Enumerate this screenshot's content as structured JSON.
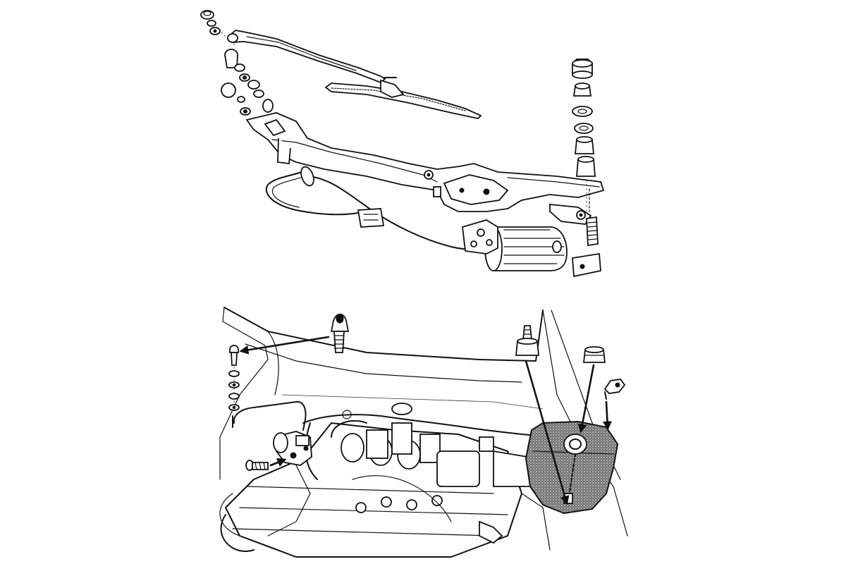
{
  "figure": {
    "type": "exploded-technical-illustration",
    "panels": [
      {
        "id": "wiper-linkage",
        "parts": [
          "wiper-arm",
          "wiper-blade",
          "linkage-frame",
          "wiper-motor",
          "wiring-harness",
          "spindle-nut-stack-left",
          "spindle-nut-stack-right"
        ]
      },
      {
        "id": "washer-system",
        "parts": [
          "washer-jet-nozzle",
          "washer-pump",
          "washer-reservoir",
          "hose",
          "pipe-fitting",
          "reservoir-cap",
          "mounting-clip",
          "engine-bay"
        ]
      }
    ],
    "colors": {
      "ink": "#111111",
      "paper": "#ffffff",
      "shade": "#777777"
    }
  }
}
